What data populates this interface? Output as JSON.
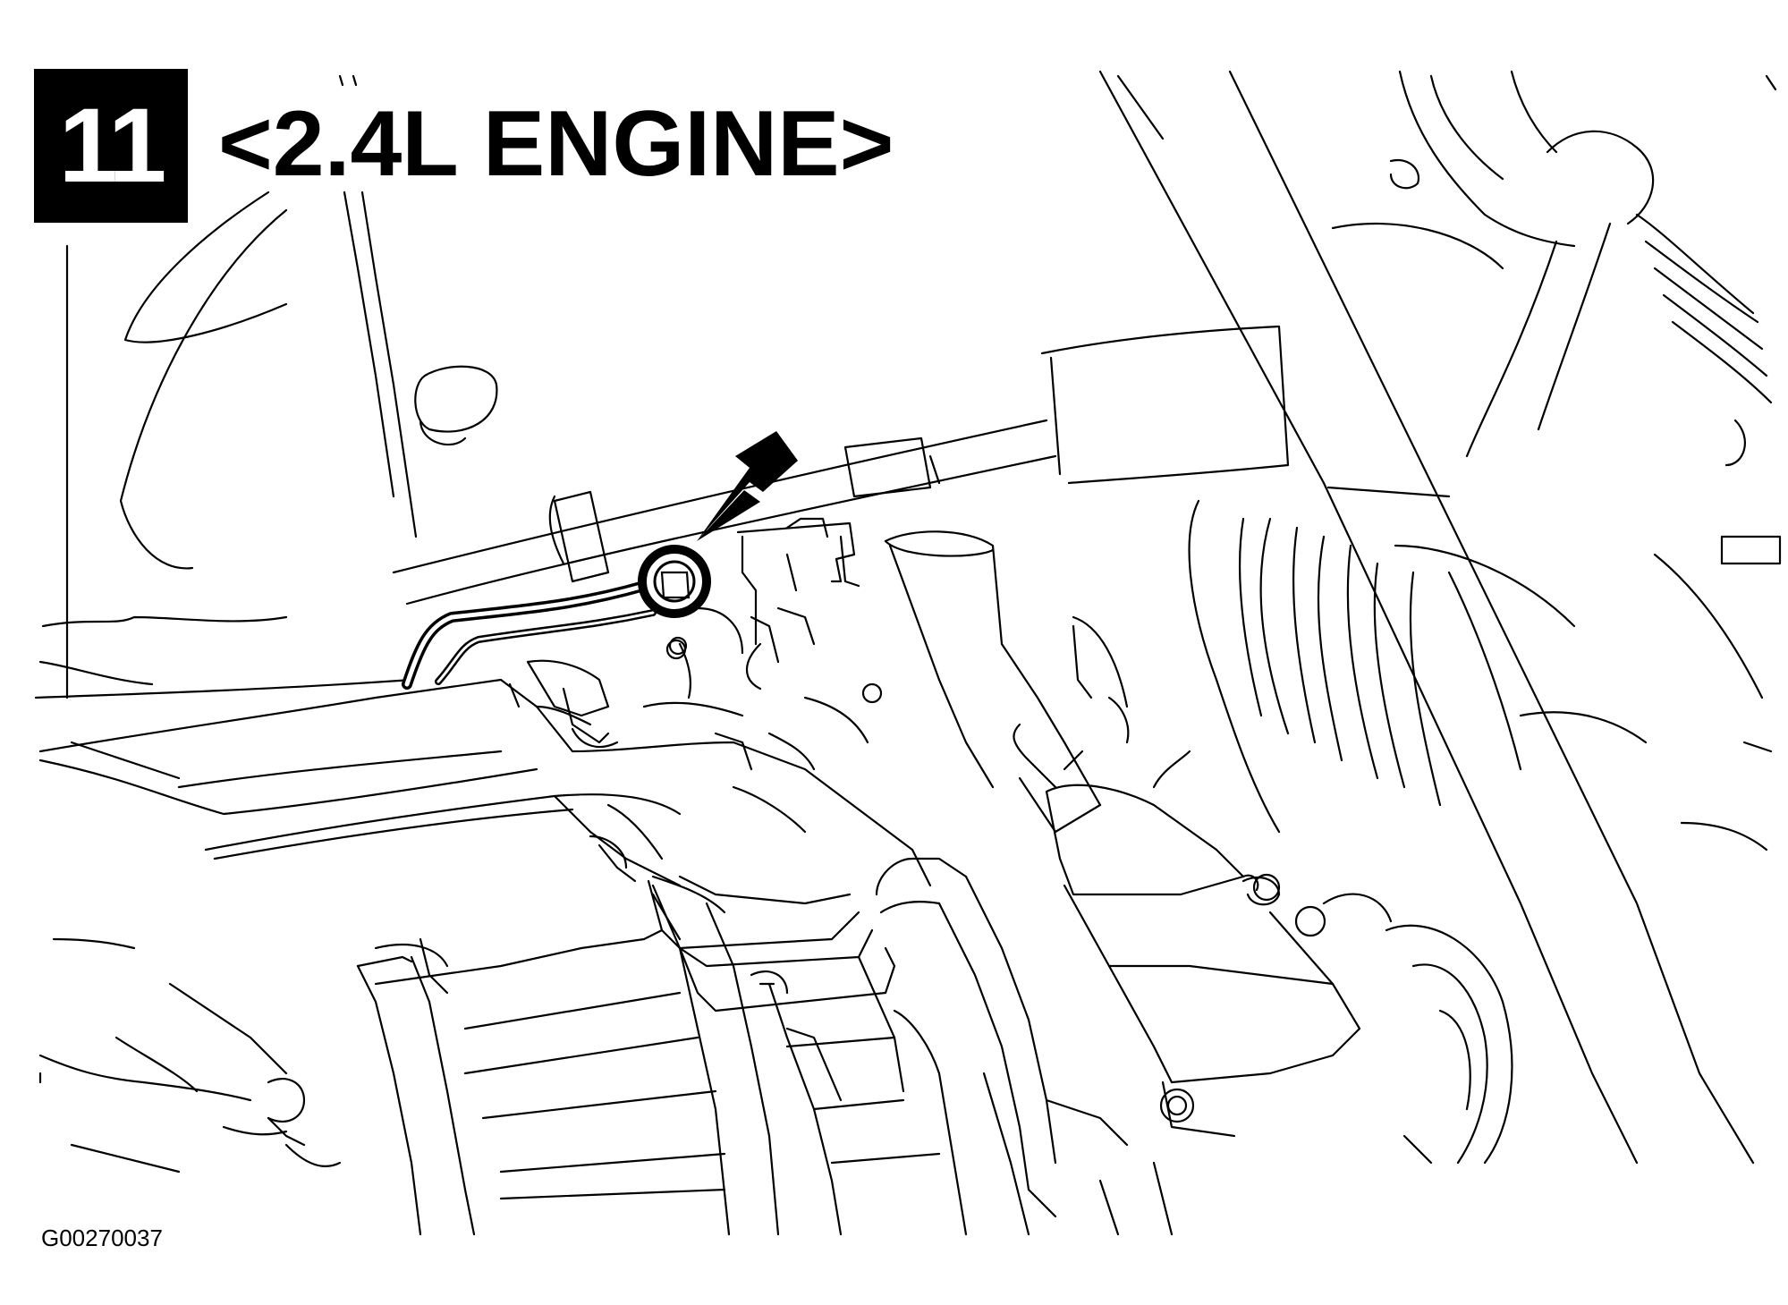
{
  "figure": {
    "step_number": "11",
    "title": "<2.4L ENGINE>",
    "figure_code": "G00270037"
  },
  "colors": {
    "line": "#000000",
    "background": "#ffffff",
    "badge_background": "#000000",
    "badge_text": "#ffffff"
  },
  "callouts": {
    "pointer": "arrow-icon",
    "target": "ground-bolt"
  }
}
